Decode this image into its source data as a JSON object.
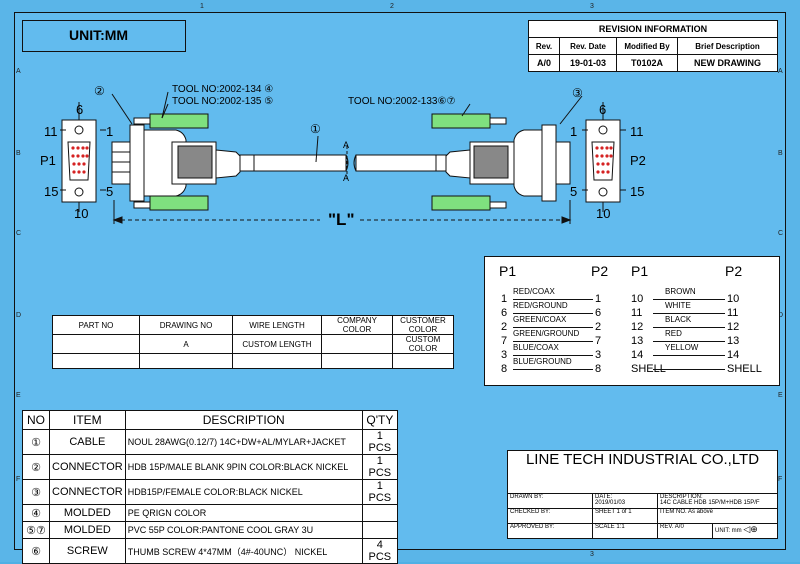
{
  "unit": "UNIT:MM",
  "grid": {
    "rows": [
      "A",
      "B",
      "C",
      "D",
      "E",
      "F"
    ],
    "cols": [
      "1",
      "2",
      "3"
    ]
  },
  "revision": {
    "title": "REVISION INFORMATION",
    "headers": [
      "Rev.",
      "Rev. Date",
      "Modified By",
      "Brief Description"
    ],
    "row": [
      "A/0",
      "19-01-03",
      "T0102A",
      "NEW DRAWING"
    ]
  },
  "drawing": {
    "callout_1": "①",
    "callout_2": "②",
    "callout_3": "③",
    "tool_134": "TOOL NO:2002-134 ④",
    "tool_135": "TOOL NO:2002-135 ⑤",
    "tool_133": "TOOL NO:2002-133⑥⑦",
    "section": "A",
    "length": "\"L\"",
    "p1": {
      "label": "P1",
      "pin_top": "6",
      "pin_left_top": "11",
      "pin_right_top": "1",
      "pin_left_bottom": "15",
      "pin_right_bottom": "5",
      "pin_bottom": "10"
    },
    "p2": {
      "label": "P2",
      "pin_top": "6",
      "pin_left_top": "1",
      "pin_right_top": "11",
      "pin_left_bottom": "5",
      "pin_right_bottom": "15",
      "pin_bottom": "10"
    }
  },
  "wiring": {
    "headers": [
      "P1",
      "P2",
      "P1",
      "P2"
    ],
    "left": [
      {
        "from": "1",
        "color": "RED/COAX",
        "to": "1"
      },
      {
        "from": "6",
        "color": "RED/GROUND",
        "to": "6"
      },
      {
        "from": "2",
        "color": "GREEN/COAX",
        "to": "2"
      },
      {
        "from": "7",
        "color": "GREEN/GROUND",
        "to": "7"
      },
      {
        "from": "3",
        "color": "BLUE/COAX",
        "to": "3"
      },
      {
        "from": "8",
        "color": "BLUE/GROUND",
        "to": "8"
      }
    ],
    "right": [
      {
        "from": "10",
        "color": "BROWN",
        "to": "10"
      },
      {
        "from": "11",
        "color": "WHITE",
        "to": "11"
      },
      {
        "from": "12",
        "color": "BLACK",
        "to": "12"
      },
      {
        "from": "13",
        "color": "RED",
        "to": "13"
      },
      {
        "from": "14",
        "color": "YELLOW",
        "to": "14"
      },
      {
        "from": "SHELL",
        "color": "",
        "to": "SHELL"
      }
    ]
  },
  "parts": {
    "headers": [
      "PART NO",
      "DRAWING NO",
      "WIRE LENGTH",
      "COMPANY COLOR",
      "CUSTOMER COLOR"
    ],
    "row": [
      "",
      "A",
      "CUSTOM LENGTH",
      "",
      "CUSTOM COLOR"
    ]
  },
  "items": {
    "headers": [
      "NO",
      "ITEM",
      "DESCRIPTION",
      "Q'TY"
    ],
    "rows": [
      {
        "no": "①",
        "item": "CABLE",
        "description": "NOUL 28AWG(0.12/7) 14C+DW+AL/MYLAR+JACKET",
        "qty": "1 PCS"
      },
      {
        "no": "②",
        "item": "CONNECTOR",
        "description": "HDB 15P/MALE BLANK 9PIN COLOR:BLACK NICKEL",
        "qty": "1 PCS"
      },
      {
        "no": "③",
        "item": "CONNECTOR",
        "description": "HDB15P/FEMALE  COLOR:BLACK NICKEL",
        "qty": "1 PCS"
      },
      {
        "no": "④",
        "item": "MOLDED",
        "description": "PE QRIGN COLOR",
        "qty": ""
      },
      {
        "no": "⑤⑦",
        "item": "MOLDED",
        "description": "PVC 55P COLOR:PANTONE COOL GRAY 3U",
        "qty": ""
      },
      {
        "no": "⑥",
        "item": "SCREW",
        "description": "THUMB SCREW 4*47MM（4#-40UNC） NICKEL",
        "qty": "4 PCS"
      }
    ]
  },
  "title_block": {
    "company": "LINE TECH INDUSTRIAL CO.,LTD",
    "drawn_by": "DRAWN BY:",
    "date_label": "DATE:",
    "date_value": "2019/01/03",
    "description_label": "DESCRIPTION:",
    "description_value": "14C CABLE HDB 15P/M+HDB 15P/F",
    "checked_by": "CHECKED BY:",
    "sheet": "SHEET 1 of 1",
    "item_no": "ITEM NO. As above",
    "approved_by": "APPROVED BY:",
    "scale": "SCALE 1:1",
    "rev": "REV. A/0",
    "unit": "UNIT: mm"
  }
}
